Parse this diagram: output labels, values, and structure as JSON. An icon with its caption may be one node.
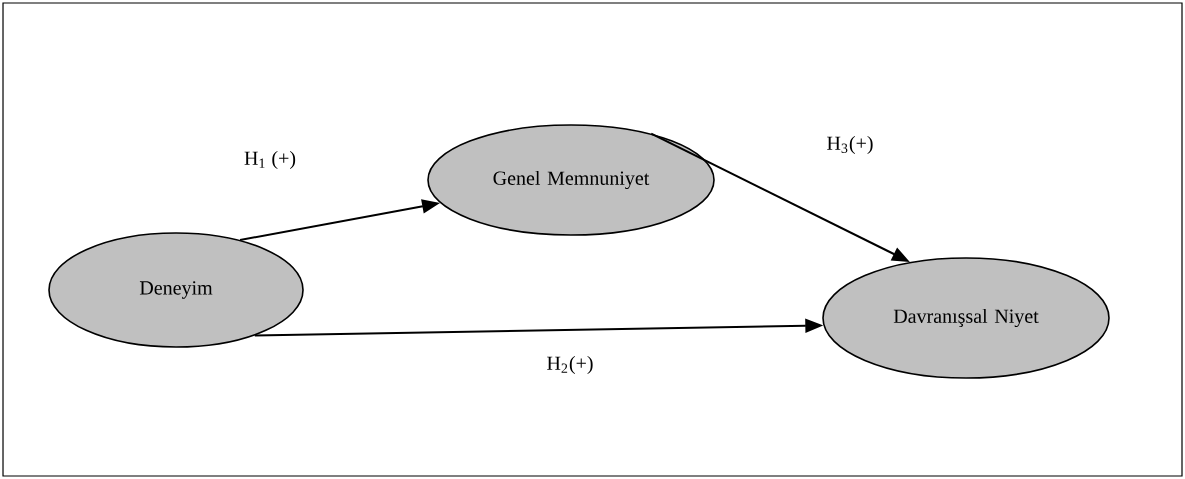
{
  "diagram": {
    "nodes": [
      {
        "text": [
          "Deneyim"
        ]
      },
      {
        "text": [
          "Genel Memnuniyet"
        ]
      },
      {
        "text": [
          "Davranışsal Niyet"
        ]
      }
    ],
    "edges": [
      {
        "from": 0,
        "to": 1,
        "arrow": "to",
        "label": "H$_{1}$ (+)"
      },
      {
        "from": 0,
        "to": 2,
        "arrow": "to",
        "label": "H$_{2}$(+)"
      },
      {
        "from": 1,
        "to": 2,
        "arrow": "to",
        "label": "H$_{3}$(+)"
      }
    ]
  }
}
